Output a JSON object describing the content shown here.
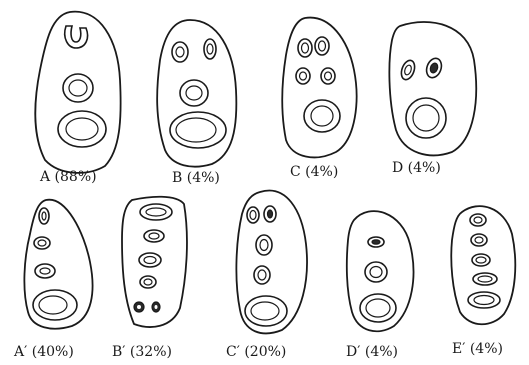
{
  "figure": {
    "panels": [
      {
        "id": "A",
        "label": "A  (88%)"
      },
      {
        "id": "B",
        "label": "B  (4%)"
      },
      {
        "id": "C",
        "label": "C  (4%)"
      },
      {
        "id": "D",
        "label": "D  (4%)"
      },
      {
        "id": "A2",
        "label": "A′  (40%)"
      },
      {
        "id": "B2",
        "label": "B′  (32%)"
      },
      {
        "id": "C2",
        "label": "C′  (20%)"
      },
      {
        "id": "D2",
        "label": "D′  (4%)"
      },
      {
        "id": "E2",
        "label": "E′  (4%)"
      }
    ]
  }
}
